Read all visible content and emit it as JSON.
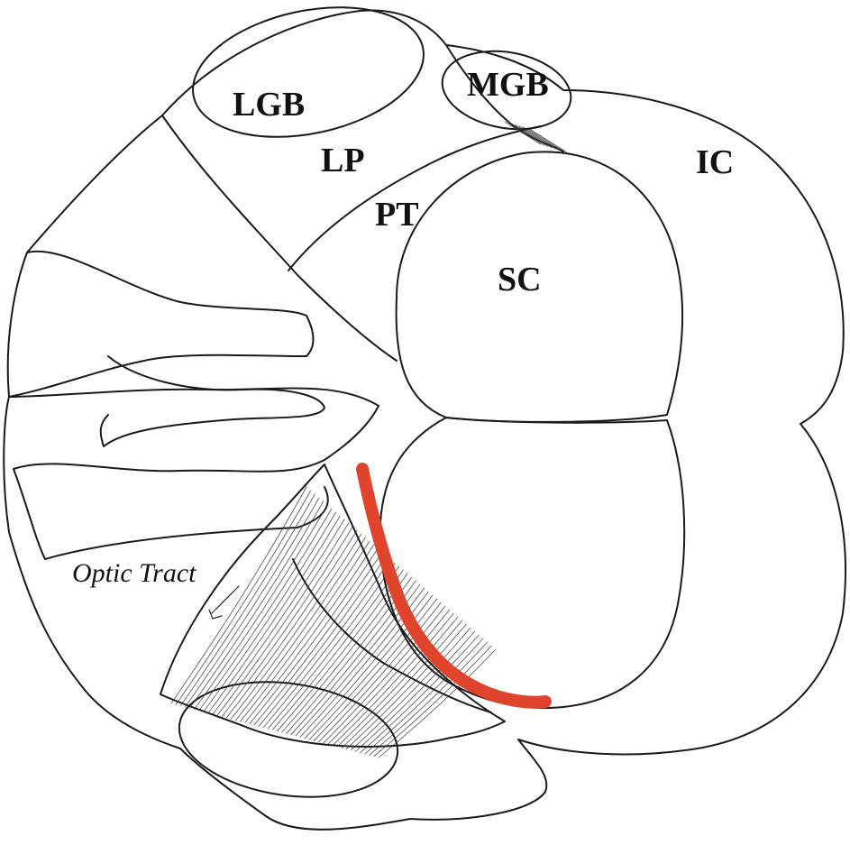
{
  "diagram": {
    "labels": {
      "lgb": "LGB",
      "mgb": "MGB",
      "lp": "LP",
      "pt": "PT",
      "ic": "IC",
      "sc": "SC",
      "optic_tract": "Optic Tract"
    },
    "colors": {
      "line": "#1a1a1a",
      "lesion": "#e0442c",
      "background": "#ffffff"
    }
  }
}
